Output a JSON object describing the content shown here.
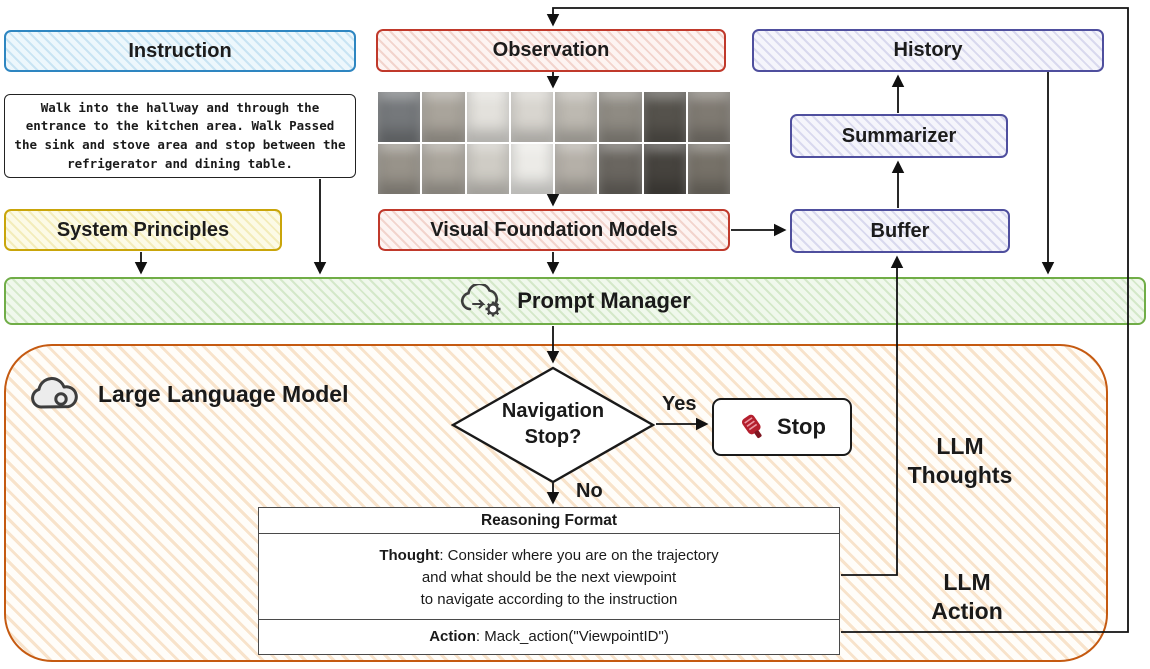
{
  "nodes": {
    "instruction": {
      "label": "Instruction",
      "border_color": "#2E86C1"
    },
    "observation": {
      "label": "Observation",
      "border_color": "#C0392B"
    },
    "history": {
      "label": "History",
      "border_color": "#4F4F9E"
    },
    "summarizer": {
      "label": "Summarizer",
      "border_color": "#4F4F9E"
    },
    "buffer": {
      "label": "Buffer",
      "border_color": "#4F4F9E"
    },
    "system_principles": {
      "label": "System Principles",
      "border_color": "#C9A50A"
    },
    "visual_foundation_models": {
      "label": "Visual Foundation Models",
      "border_color": "#C0392B"
    },
    "prompt_manager": {
      "label": "Prompt Manager",
      "border_color": "#70AD47"
    },
    "large_language_model": {
      "label": "Large Language Model",
      "border_color": "#C55A11"
    }
  },
  "instruction_text": "Walk into the hallway and through the\nentrance to the kitchen area. Walk Passed\nthe sink and stove area and stop between the\nrefrigerator and dining table.",
  "decision": {
    "question": "Navigation\nStop?",
    "yes_label": "Yes",
    "no_label": "No"
  },
  "stop_box": {
    "label": "Stop",
    "icon_color": "#B41F2E"
  },
  "reasoning_format": {
    "title": "Reasoning Format",
    "thought_label": "Thought",
    "thought_body": ": Consider where you are on the trajectory\nand what should be the next viewpoint\nto navigate according to the instruction",
    "action_label": "Action",
    "action_body": ": Mack_action(\"ViewpointID\")"
  },
  "side_labels": {
    "llm_thoughts": "LLM\nThoughts",
    "llm_action": "LLM\nAction"
  },
  "icons": {
    "prompt_manager_icon": "cloud-gear-icon",
    "llm_icon": "cloud-icon",
    "stop_icon": "stop-stamp-icon"
  },
  "panorama": {
    "rows": 2,
    "cols": 8,
    "tile_colors": [
      "#75787b",
      "#a9a49b",
      "#e3e1dc",
      "#d8d5cf",
      "#bdb9b1",
      "#8f8b83",
      "#55524c",
      "#7f7a72",
      "#98938a",
      "#aaa59c",
      "#cfccc5",
      "#ecebe7",
      "#b5b0a8",
      "#6a6660",
      "#46433e",
      "#767168"
    ]
  }
}
